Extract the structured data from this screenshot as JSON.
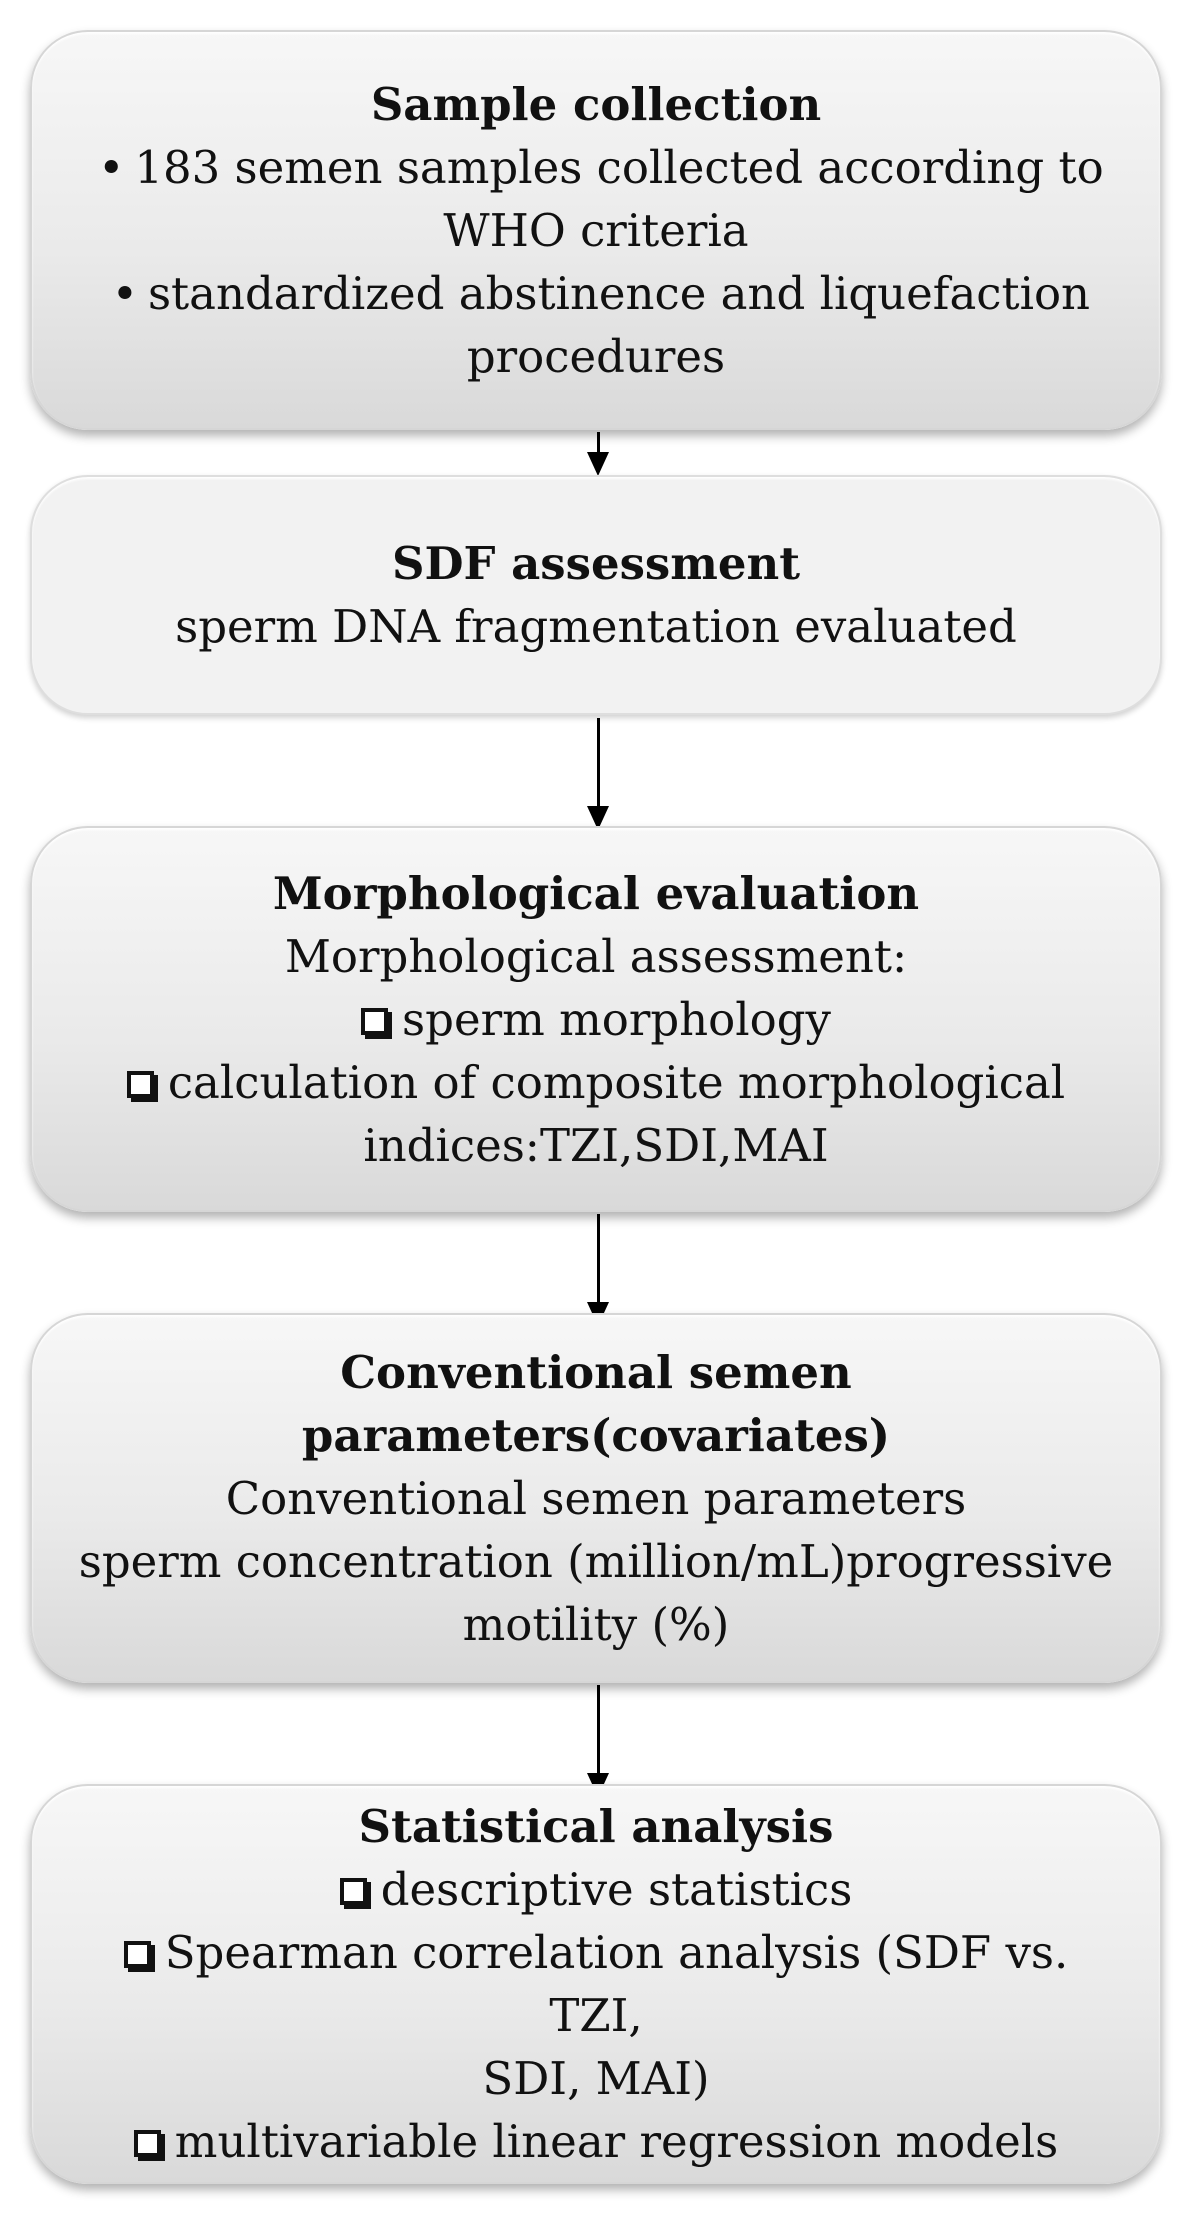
{
  "steps": [
    {
      "title": "Sample collection",
      "bullets": [
        "183 semen samples collected according to",
        "WHO criteria",
        "standardized abstinence and liquefaction",
        "procedures"
      ]
    },
    {
      "title": "SDF assessment",
      "text": "sperm DNA fragmentation evaluated"
    },
    {
      "title": "Morphological evaluation",
      "text": "Morphological assessment:",
      "items": [
        "sperm morphology",
        "calculation of composite morphological",
        "indices:TZI,SDI,MAI"
      ]
    },
    {
      "title": "Conventional semen parameters(covariates)",
      "lines": [
        "Conventional semen parameters",
        "sperm concentration (million/mL)progressive",
        "motility (%)"
      ]
    },
    {
      "title": "Statistical analysis",
      "items": [
        "descriptive statistics",
        "Spearman correlation analysis (SDF vs. TZI,",
        "SDI, MAI)",
        "multivariable linear regression models"
      ]
    }
  ],
  "bullet_symbol": "•"
}
